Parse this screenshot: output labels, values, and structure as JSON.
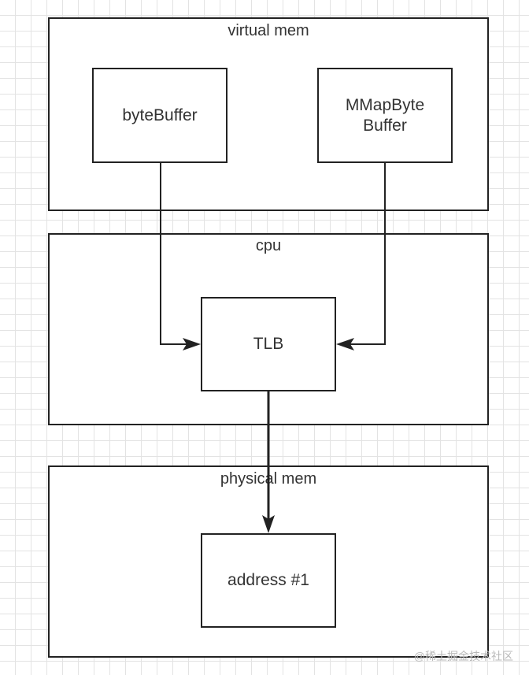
{
  "groups": {
    "virtual_mem": {
      "label": "virtual mem"
    },
    "cpu": {
      "label": "cpu"
    },
    "physical_mem": {
      "label": "physical mem"
    }
  },
  "nodes": {
    "byte_buffer": {
      "label": "byteBuffer"
    },
    "mmap_byte_buffer": {
      "label": "MMapByte\nBuffer"
    },
    "tlb": {
      "label": "TLB"
    },
    "address_1": {
      "label": "address #1"
    }
  },
  "edges": [
    {
      "from": "byteBuffer",
      "to": "TLB"
    },
    {
      "from": "MMapByteBuffer",
      "to": "TLB"
    },
    {
      "from": "TLB",
      "to": "address #1"
    }
  ],
  "watermark": "@稀土掘金技术社区",
  "colors": {
    "stroke": "#222222",
    "text": "#333333",
    "grid": "#e3e3e3"
  }
}
